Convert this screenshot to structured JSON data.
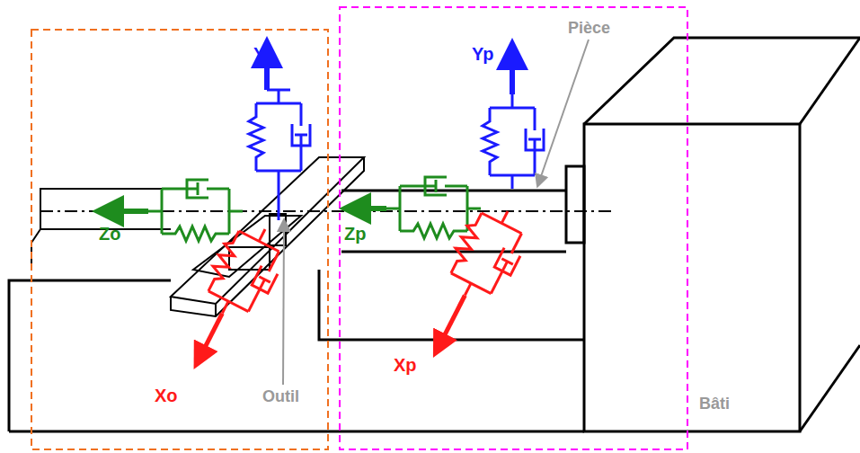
{
  "diagram": {
    "labels": [
      "Yo",
      "Zo",
      "Xo",
      "Outil",
      "Yp",
      "Zp",
      "Xp",
      "Pièce",
      "Bâti"
    ]
  }
}
